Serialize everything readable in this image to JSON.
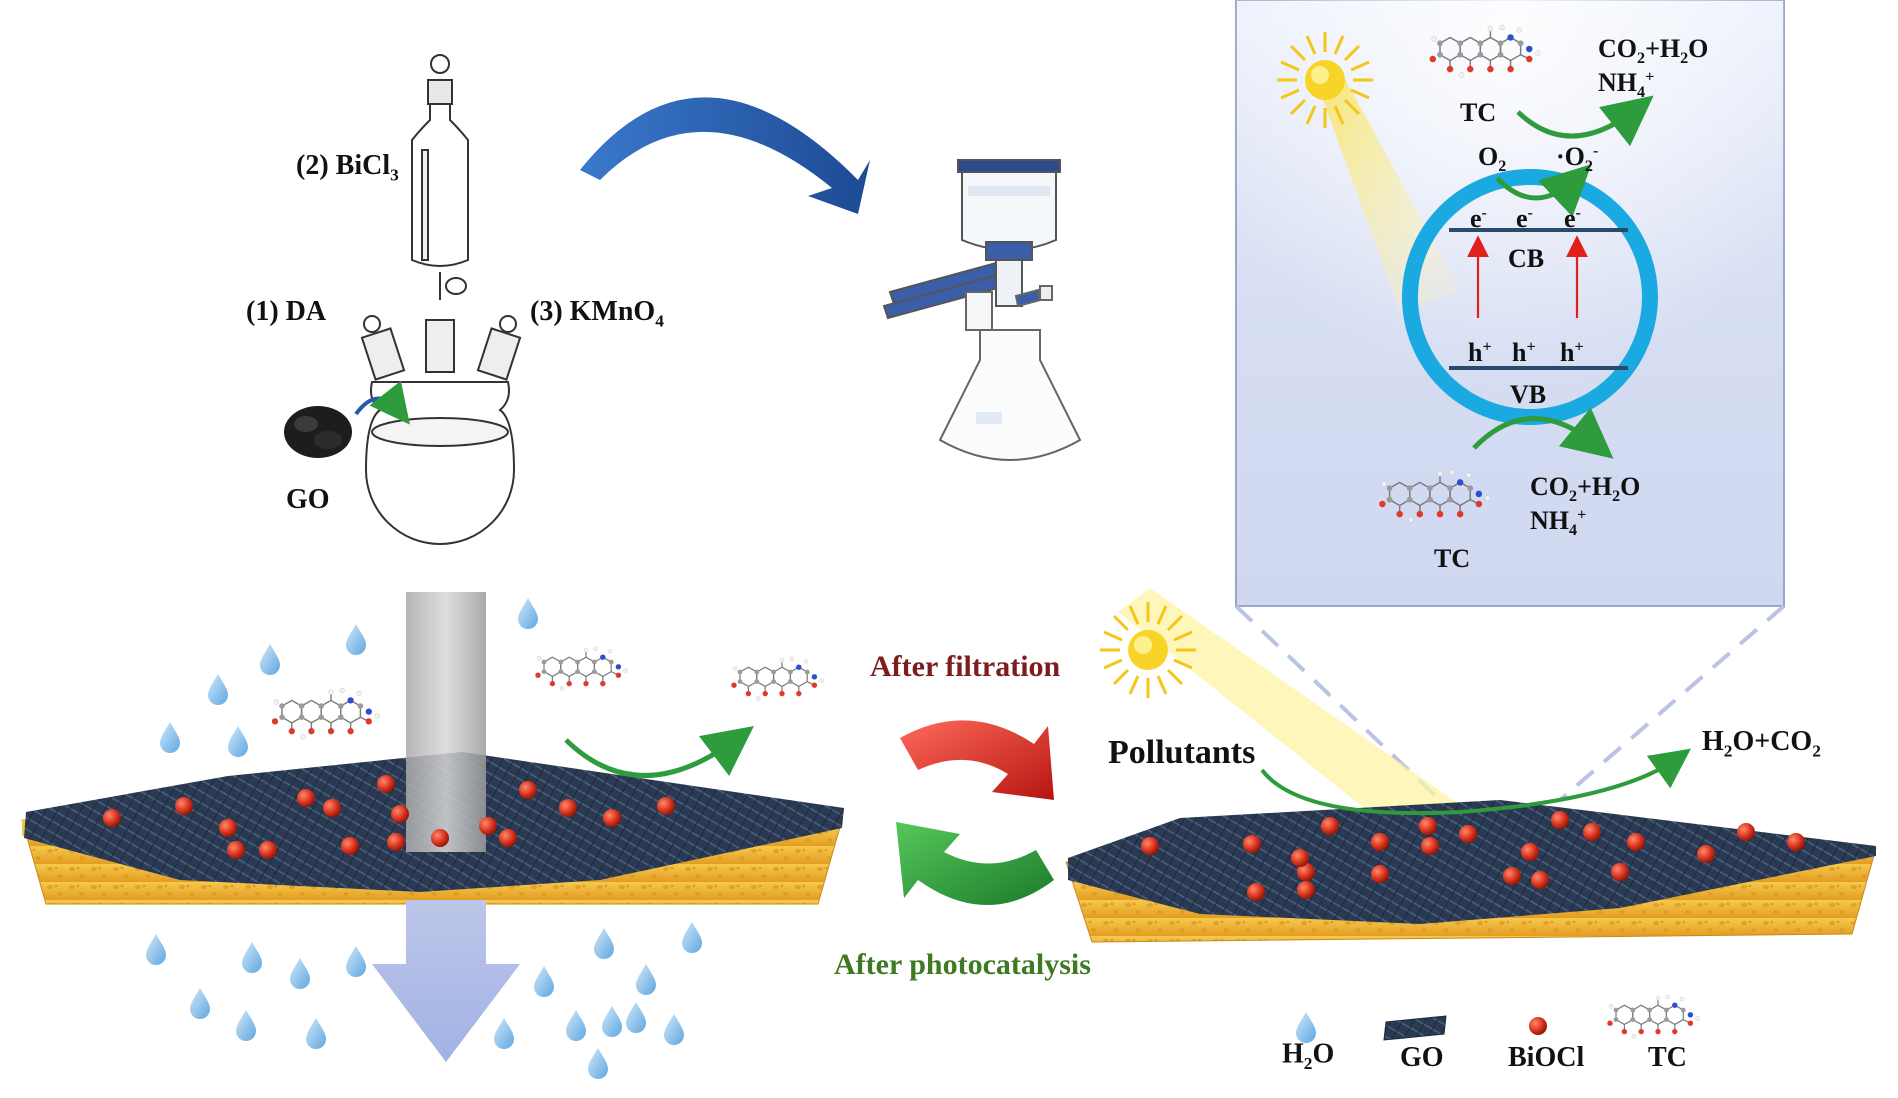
{
  "reagents": {
    "bicl3": "(2) BiCl",
    "bicl3_sub": "3",
    "da": "(1) DA",
    "kmno4": "(3) KMnO",
    "kmno4_sub": "4",
    "go": "GO"
  },
  "mechanism": {
    "tc_top": "TC",
    "tc_bottom": "TC",
    "products_top_line1_a": "CO",
    "products_top_line1_sub": "2",
    "products_top_line1_b": "+H",
    "products_top_line1_sub2": "2",
    "products_top_line1_c": "O",
    "products_top_line2": "NH",
    "products_top_line2_sub": "4",
    "products_top_line2_sup": "+",
    "products_bottom_line1_a": "CO",
    "products_bottom_line1_sub": "2",
    "products_bottom_line1_b": "+H",
    "products_bottom_line1_sub2": "2",
    "products_bottom_line1_c": "O",
    "products_bottom_line2": "NH",
    "products_bottom_line2_sub": "4",
    "products_bottom_line2_sup": "+",
    "o2": "O",
    "o2_sub": "2",
    "o2rad_dot": "·",
    "o2rad": "O",
    "o2rad_sub": "2",
    "o2rad_sup": "-",
    "electron": "e",
    "electron_sup": "-",
    "hole": "h",
    "hole_sup": "+",
    "cb": "CB",
    "vb": "VB"
  },
  "process": {
    "after_filtration": "After filtration",
    "after_photocatalysis": "After photocatalysis",
    "pollutants": "Pollutants",
    "product_right_a": "H",
    "product_right_sub": "2",
    "product_right_b": "O+CO",
    "product_right_sub2": "2"
  },
  "legend": {
    "h2o": "H",
    "h2o_sub": "2",
    "h2o_tail": "O",
    "go": "GO",
    "biocl": "BiOCl",
    "tc": "TC"
  },
  "colors": {
    "membrane": "#2b3a52",
    "sponge": "#f1b73a",
    "particle": "#d8321e",
    "ring": "#1aa9e0",
    "panel": "#dfe6f7",
    "arrow_blue": "#2a5aa8",
    "arrow_red": "#d8332a",
    "arrow_green": "#2e9b3c",
    "water": "#8fc4ec"
  },
  "icons": [
    "sun-icon",
    "water-drop-icon",
    "tc-molecule-icon",
    "funnel-icon",
    "flask-icon"
  ]
}
